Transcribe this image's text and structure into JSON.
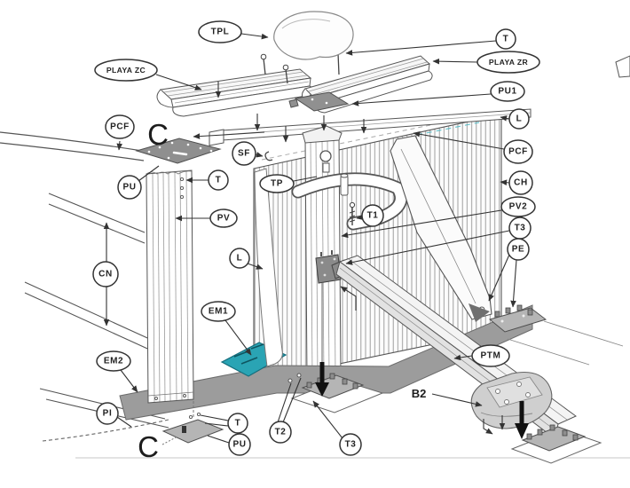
{
  "diagram": {
    "description": "Exploded parts diagram of above-ground pool frame corner assembly",
    "corner_mark_top": "C",
    "corner_mark_bottom": "C",
    "b2_label": "B2",
    "colors": {
      "teal_plate": "#2aa4b4",
      "base_band": "#9c9c9c",
      "plate_gray": "#8f8f8f",
      "line": "#333333"
    }
  },
  "callouts": {
    "tpl": {
      "text": "TPL"
    },
    "t_top": {
      "text": "T"
    },
    "playa_zc": {
      "text": "PLAYA ZC"
    },
    "playa_zr": {
      "text": "PLAYA ZR"
    },
    "pu1": {
      "text": "PU1"
    },
    "pcf_left": {
      "text": "PCF"
    },
    "l_right": {
      "text": "L"
    },
    "pcf_right": {
      "text": "PCF"
    },
    "sf": {
      "text": "SF"
    },
    "tp": {
      "text": "TP"
    },
    "t_left": {
      "text": "T"
    },
    "ch": {
      "text": "CH"
    },
    "pv2": {
      "text": "PV2"
    },
    "t1": {
      "text": "T1"
    },
    "pv": {
      "text": "PV"
    },
    "t3_right": {
      "text": "T3"
    },
    "pe": {
      "text": "PE"
    },
    "l_left": {
      "text": "L"
    },
    "cn": {
      "text": "CN"
    },
    "em1": {
      "text": "EM1"
    },
    "em2": {
      "text": "EM2"
    },
    "ptm": {
      "text": "PTM"
    },
    "pi": {
      "text": "PI"
    },
    "t_bottom": {
      "text": "T"
    },
    "t2": {
      "text": "T2"
    },
    "t3_bottom": {
      "text": "T3"
    },
    "pu_bottom": {
      "text": "PU"
    },
    "pu_top": {
      "text": "PU"
    }
  }
}
